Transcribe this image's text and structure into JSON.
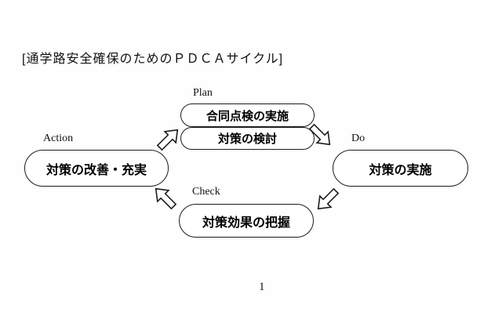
{
  "page": {
    "title": "[通学路安全確保のためのＰＤＣＡサイクル]",
    "page_number": "1"
  },
  "diagram": {
    "type": "pdca-cycle",
    "stages": [
      {
        "id": "plan",
        "label": "Plan",
        "boxes": [
          "合同点検の実施",
          "対策の検討"
        ]
      },
      {
        "id": "do",
        "label": "Do",
        "boxes": [
          "対策の実施"
        ]
      },
      {
        "id": "check",
        "label": "Check",
        "boxes": [
          "対策効果の把握"
        ]
      },
      {
        "id": "action",
        "label": "Action",
        "boxes": [
          "対策の改善・充実"
        ]
      }
    ],
    "arrows": [
      {
        "from": "Action",
        "to": "Plan",
        "direction": "up-right"
      },
      {
        "from": "Plan",
        "to": "Do",
        "direction": "down-right"
      },
      {
        "from": "Do",
        "to": "Check",
        "direction": "down-left"
      },
      {
        "from": "Check",
        "to": "Action",
        "direction": "up-left"
      }
    ]
  },
  "colors": {
    "background": "#fefefe",
    "line": "#1c1c1c",
    "text": "#000000"
  }
}
